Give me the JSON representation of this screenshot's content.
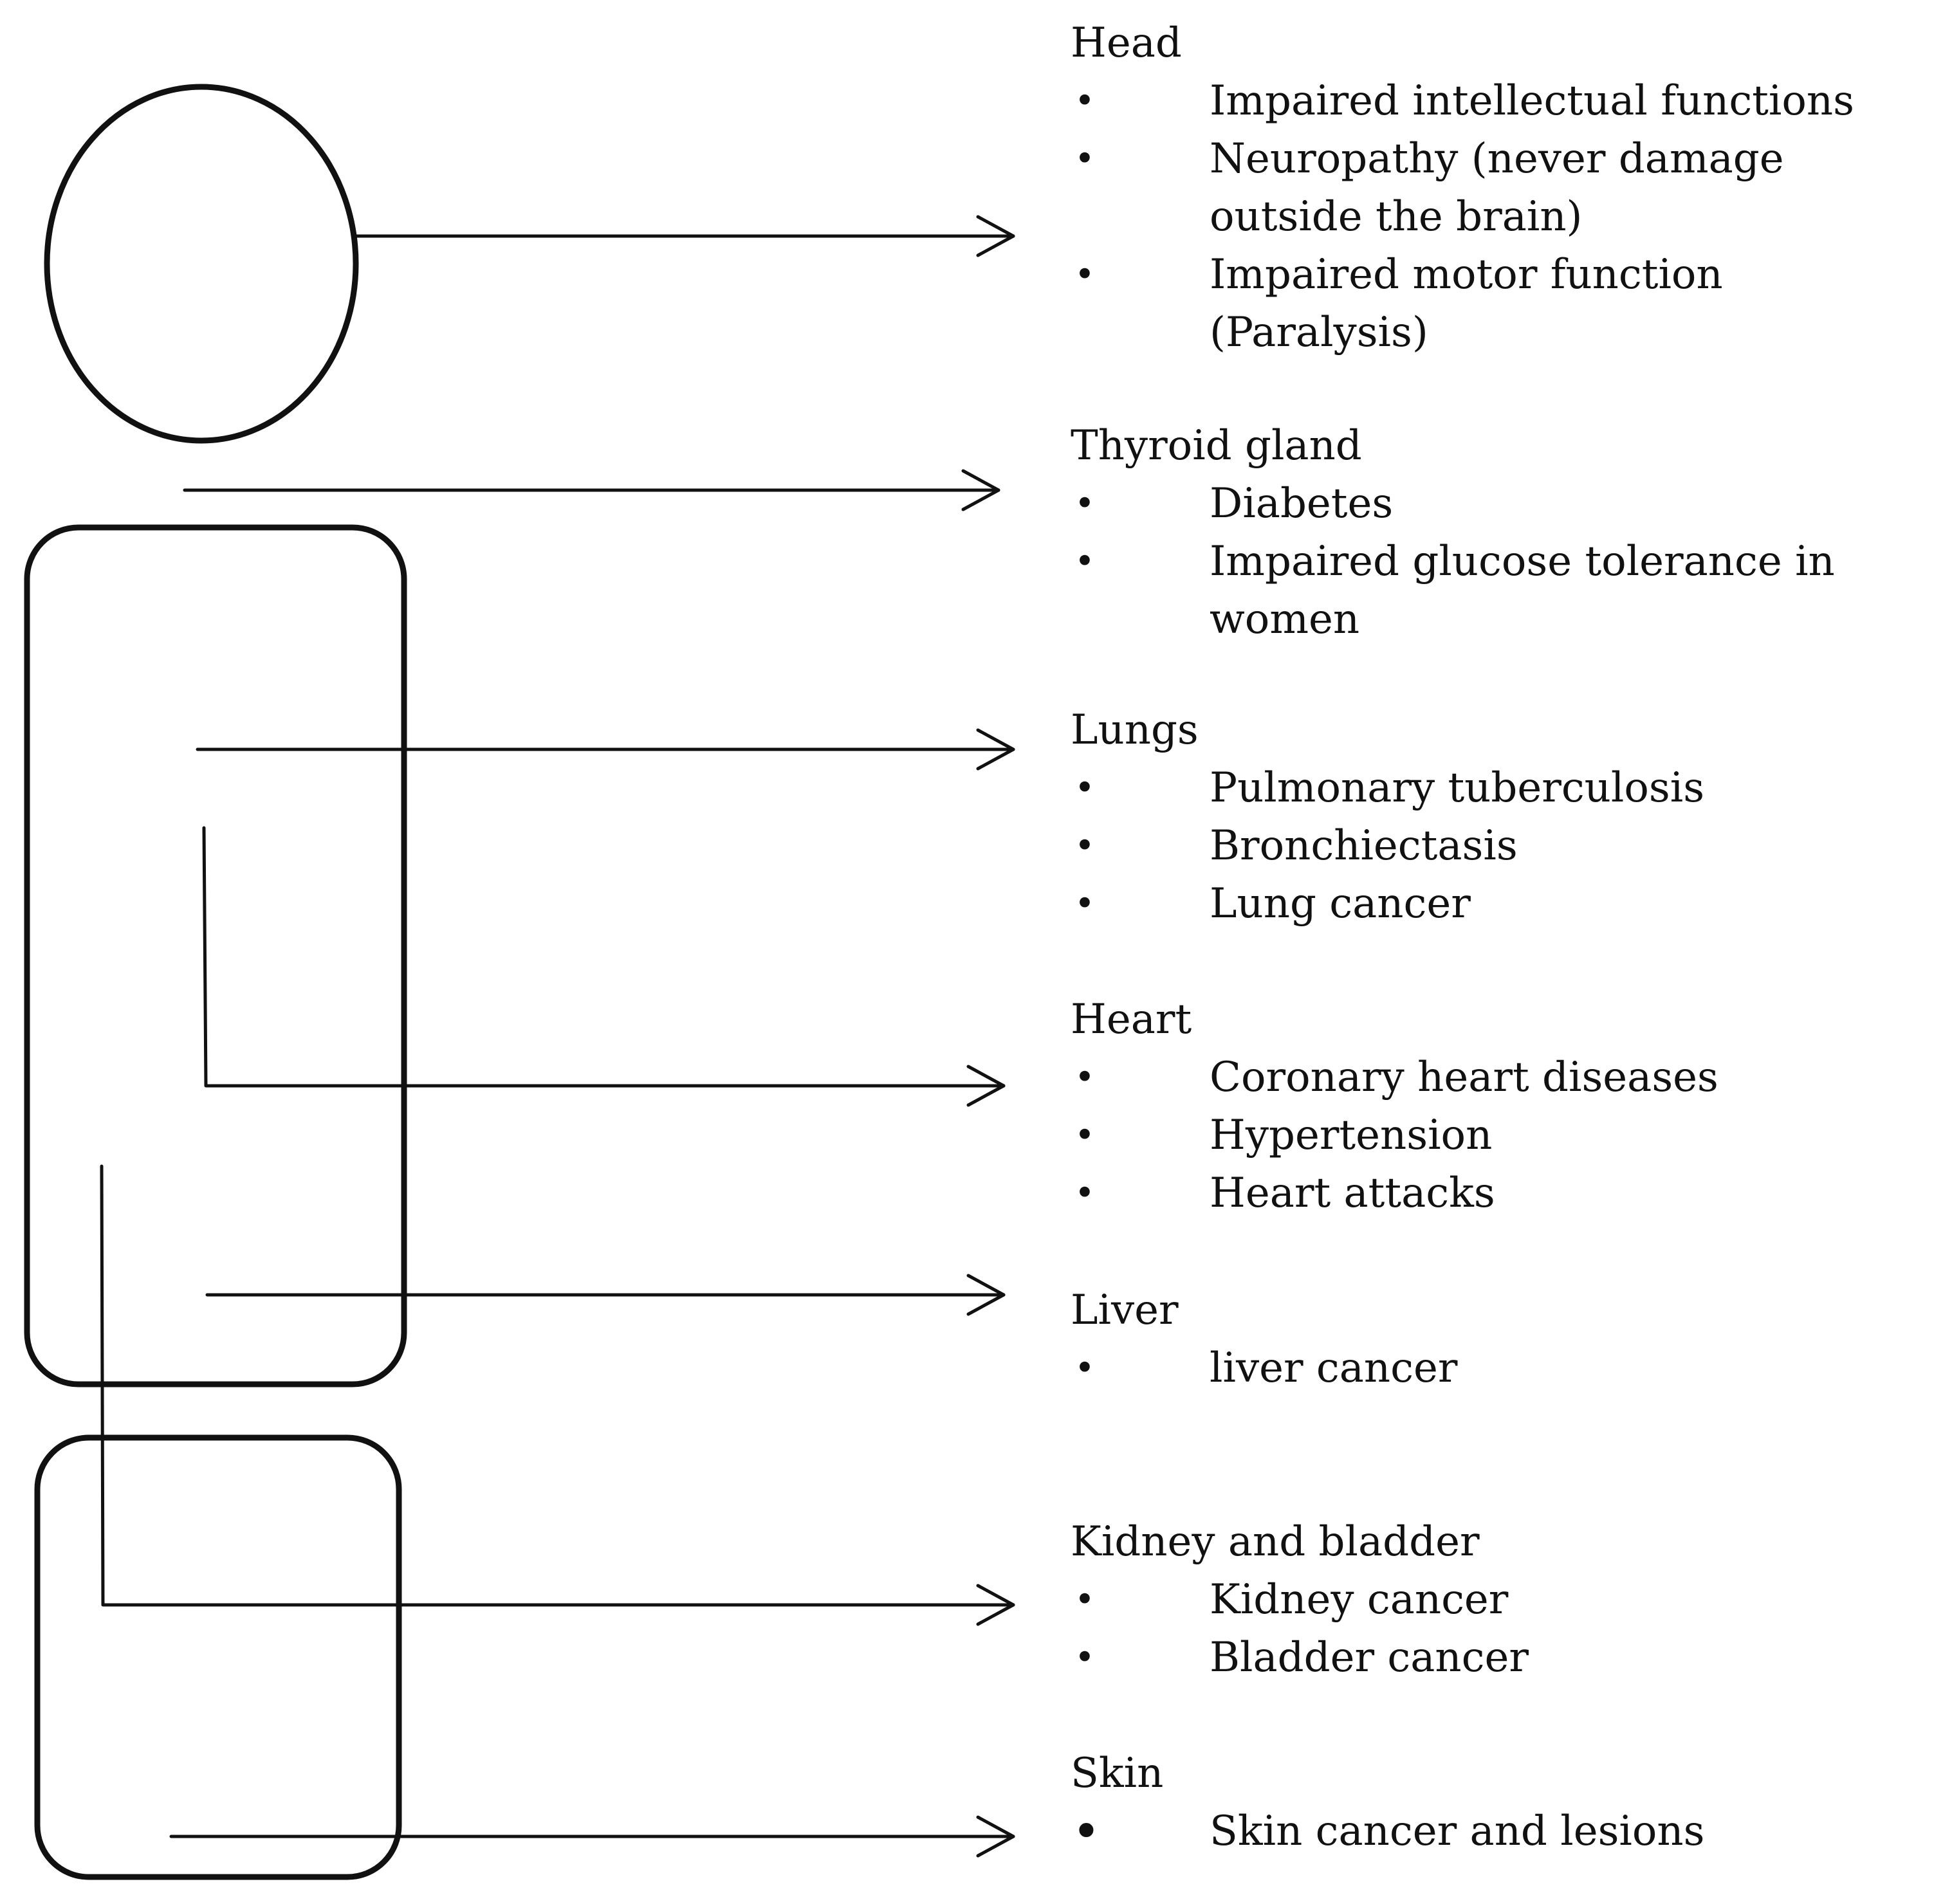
{
  "sections": [
    {
      "title": "Head",
      "items": [
        "Impaired intellectual functions",
        "Neuropathy (never damage outside the brain)",
        "Impaired motor function (Paralysis)"
      ]
    },
    {
      "title": "Thyroid gland",
      "items": [
        "Diabetes",
        "Impaired glucose tolerance in women"
      ]
    },
    {
      "title": "Lungs",
      "items": [
        "Pulmonary tuberculosis",
        "Bronchiectasis",
        "Lung cancer"
      ]
    },
    {
      "title": "Heart",
      "items": [
        "Coronary heart diseases",
        "Hypertension",
        "Heart attacks"
      ]
    },
    {
      "title": "Liver",
      "items": [
        "liver cancer"
      ]
    },
    {
      "title": "Kidney and bladder",
      "items": [
        "Kidney cancer",
        "Bladder cancer"
      ]
    },
    {
      "title": "Skin",
      "items": [
        "Skin cancer and lesions"
      ]
    }
  ],
  "bullet_glyph": "•",
  "colors": {
    "stroke": "#111111",
    "text": "#111111",
    "background": "#ffffff"
  }
}
